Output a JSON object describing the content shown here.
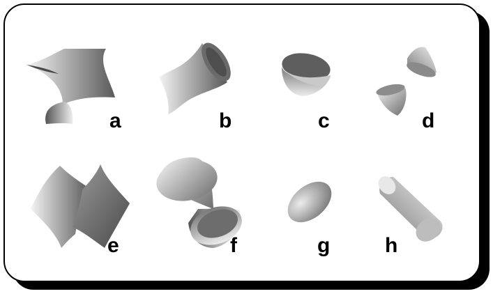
{
  "figure": {
    "panels": [
      {
        "id": "a",
        "label": "a",
        "icon": "hyperbolic-paraboloid-icon"
      },
      {
        "id": "b",
        "label": "b",
        "icon": "hyperboloid-one-sheet-icon"
      },
      {
        "id": "c",
        "label": "c",
        "icon": "elliptic-paraboloid-icon"
      },
      {
        "id": "d",
        "label": "d",
        "icon": "hyperboloid-two-sheets-icon"
      },
      {
        "id": "e",
        "label": "e",
        "icon": "hyperbolic-cylinder-icon"
      },
      {
        "id": "f",
        "label": "f",
        "icon": "elliptic-cone-icon"
      },
      {
        "id": "g",
        "label": "g",
        "icon": "ellipsoid-icon"
      },
      {
        "id": "h",
        "label": "h",
        "icon": "elliptic-cylinder-icon"
      }
    ]
  }
}
